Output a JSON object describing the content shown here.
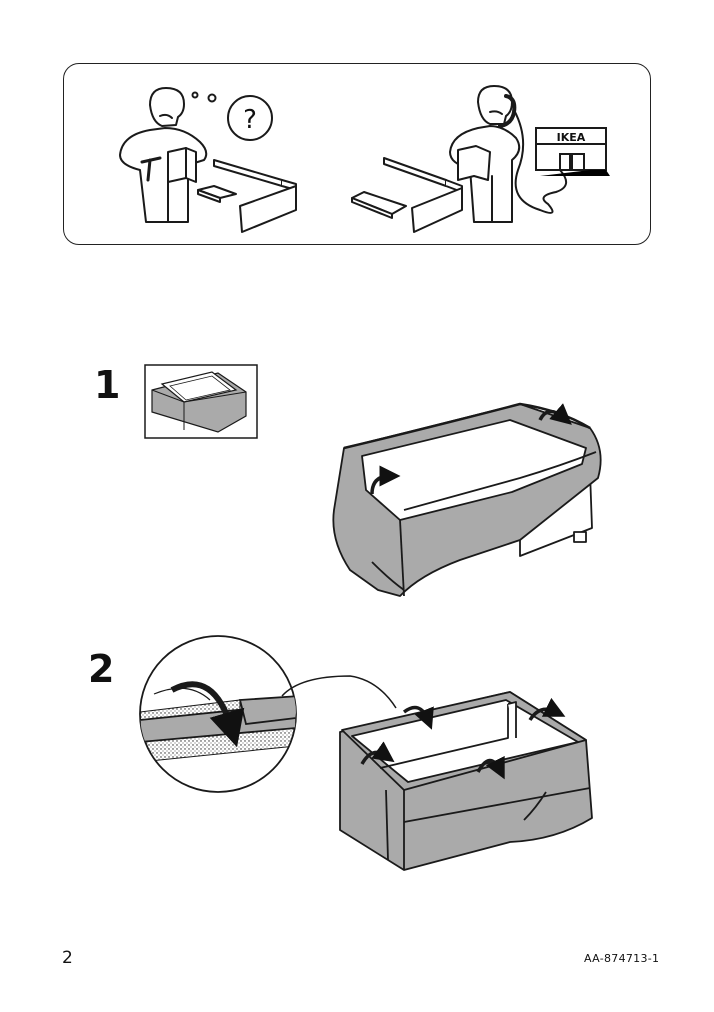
{
  "help_panel": {
    "brand_sign": "IKEA",
    "question_mark": "?"
  },
  "steps": [
    {
      "number": "1"
    },
    {
      "number": "2"
    }
  ],
  "footer": {
    "page_number": "2",
    "document_id": "AA-874713-1"
  },
  "colors": {
    "fabric": "#aaaaaa",
    "line": "#1a1a1a",
    "background": "#ffffff"
  }
}
